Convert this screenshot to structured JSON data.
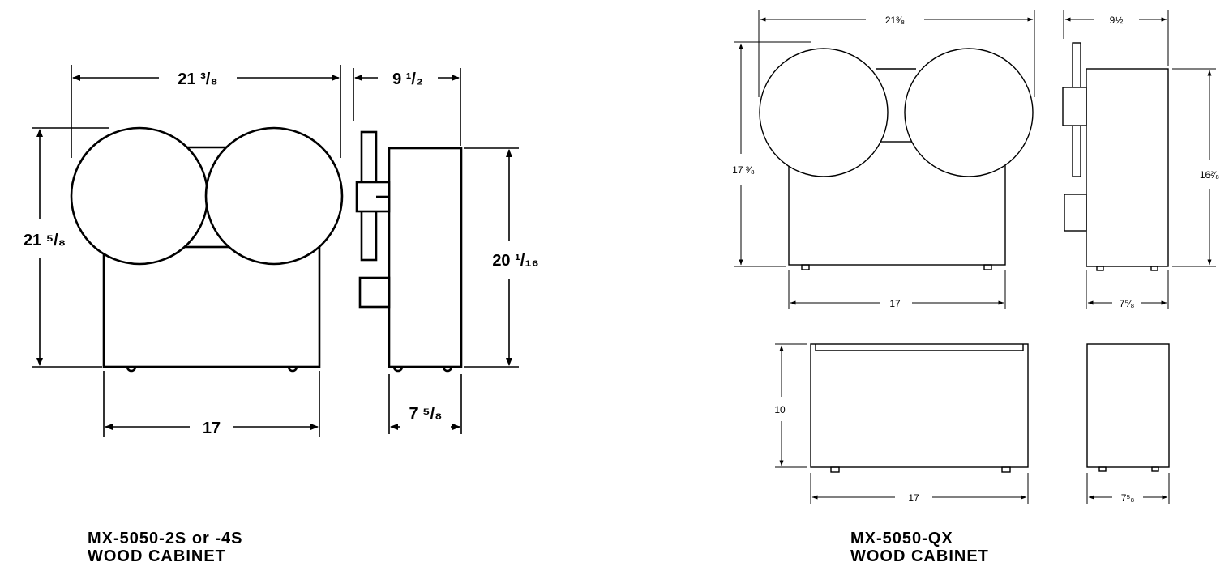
{
  "left": {
    "dims": {
      "width_top": "21 ³/₈",
      "depth_top": "9 ¹/₂",
      "height_left": "21 ⁵/₈",
      "height_right": "20 ¹/₁₆",
      "width_bottom": "17",
      "depth_bottom": "7 ⁵/₈"
    },
    "caption": {
      "line1": "MX-5050-2S or -4S",
      "line2": "WOOD CABINET"
    }
  },
  "right": {
    "dims": {
      "width_top": "21³⁄₈",
      "depth_top": "9½",
      "height_left": "17 ³⁄₈",
      "height_right": "16²⁄₈",
      "width_mid": "17",
      "depth_mid": "7⁵⁄₈",
      "height_lower": "10",
      "width_lower": "17",
      "depth_lower": "7⁵₈"
    },
    "caption": {
      "line1": "MX-5050-QX",
      "line2": "WOOD CABINET"
    }
  }
}
